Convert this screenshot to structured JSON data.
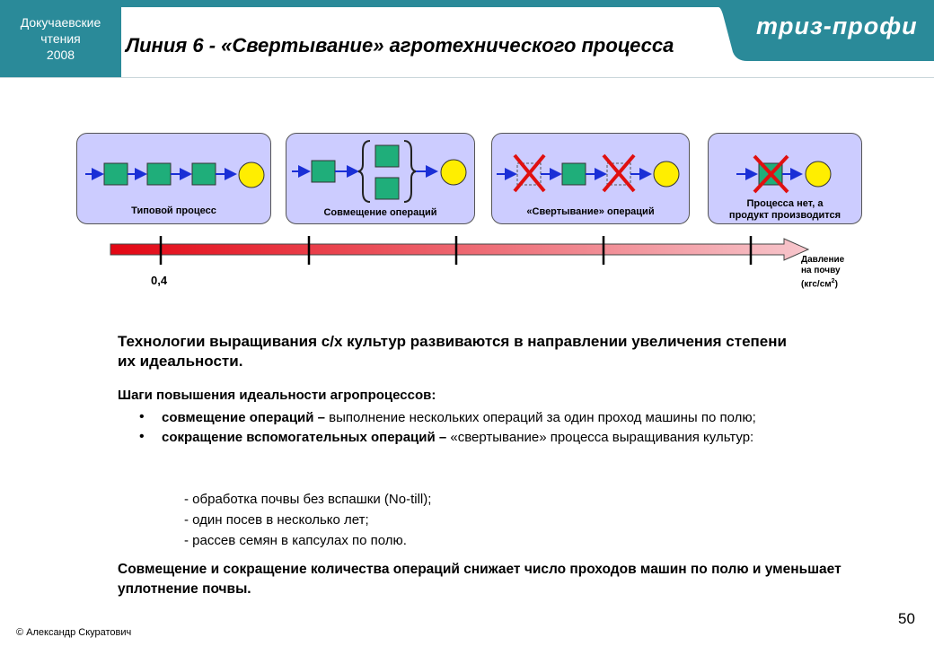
{
  "header": {
    "corner_lines": [
      "Докучаевские",
      "чтения",
      "2008"
    ],
    "title": "Линия 6 - «Свертывание» агротехнического процесса",
    "brand": "триз-профи"
  },
  "diagram": {
    "boxes": [
      {
        "label": "Типовой процесс"
      },
      {
        "label": "Совмещение операций"
      },
      {
        "label": "«Свертывание» операций"
      },
      {
        "label_line1": "Процесса нет, а",
        "label_line2": "продукт производится"
      }
    ],
    "axis": {
      "first_tick_label": "0,4",
      "label_line1": "Давление",
      "label_line2": "на почву",
      "label_unit": "(кгс/см",
      "label_sup": "2",
      "label_close": ")"
    },
    "colors": {
      "box_fill": "#ccccff",
      "operation": "#1fae7a",
      "product": "#ffee00",
      "arrow": "#1a2fd6",
      "cross": "#e01010",
      "axis_start": "#e30613",
      "axis_end": "#f7c6cc"
    }
  },
  "text": {
    "intro": "Технологии выращивания с/х культур развиваются в направлении увеличения степени их идеальности.",
    "steps_title": "Шаги повышения идеальности агропроцессов:",
    "bullets": [
      {
        "bold": "совмещение операций –",
        "rest": " выполнение нескольких операций за один проход машины по полю;"
      },
      {
        "bold": "сокращение вспомогательных операций –",
        "rest": " «свертывание» процесса выращивания культур:"
      }
    ],
    "sub_items": [
      "- обработка почвы без вспашки (No-till);",
      "- один посев в несколько лет;",
      "- рассев семян в капсулах по полю."
    ],
    "summary": "Совмещение и сокращение количества операций снижает число проходов машин по полю и уменьшает уплотнение почвы."
  },
  "footer": {
    "page_number": "50",
    "copyright": "© Александр Скуратович"
  }
}
